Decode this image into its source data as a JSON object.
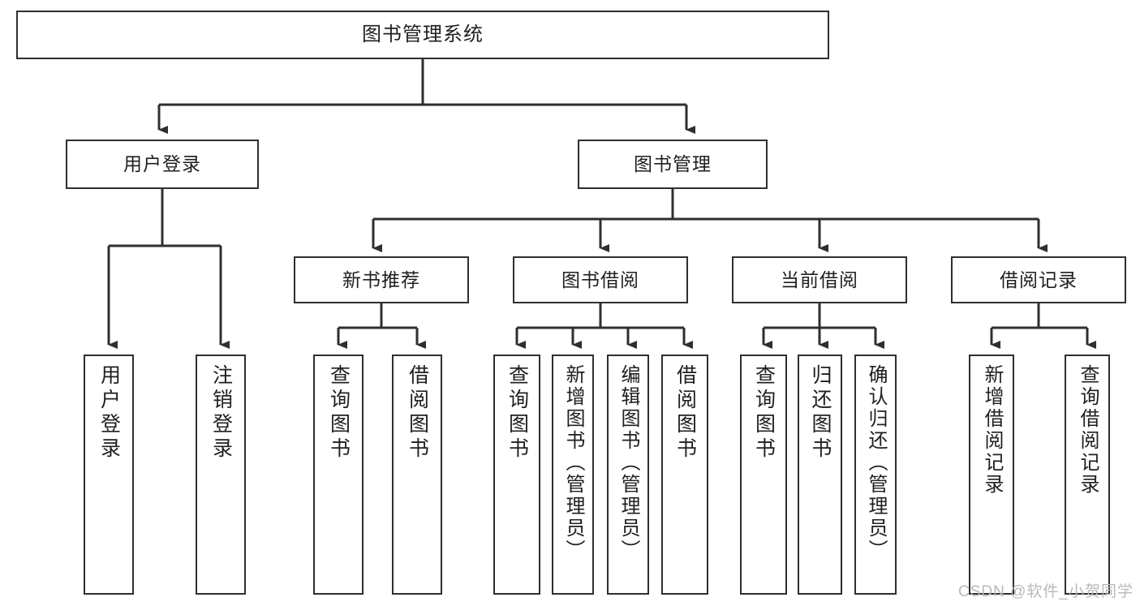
{
  "diagram": {
    "type": "tree",
    "title": "图书管理系统",
    "root": {
      "label": "图书管理系统"
    },
    "level2": [
      {
        "label": "用户登录"
      },
      {
        "label": "图书管理"
      }
    ],
    "level3": [
      {
        "label": "新书推荐"
      },
      {
        "label": "图书借阅"
      },
      {
        "label": "当前借阅"
      },
      {
        "label": "借阅记录"
      }
    ],
    "leaves": {
      "user_login": [
        {
          "label": "用户登录"
        },
        {
          "label": "注销登录"
        }
      ],
      "new_book_recommend": [
        {
          "label": "查询图书"
        },
        {
          "label": "借阅图书"
        }
      ],
      "book_borrow": [
        {
          "label": "查询图书"
        },
        {
          "label": "新增图书（管理员）"
        },
        {
          "label": "编辑图书（管理员）"
        },
        {
          "label": "借阅图书"
        }
      ],
      "current_borrow": [
        {
          "label": "查询图书"
        },
        {
          "label": "归还图书"
        },
        {
          "label": "确认归还（管理员）"
        }
      ],
      "borrow_record": [
        {
          "label": "新增借阅记录"
        },
        {
          "label": "查询借阅记录"
        }
      ]
    }
  },
  "watermark": {
    "text": "CSDN @软件_小贺同学"
  },
  "colors": {
    "border": "#2f2f2f",
    "text": "#1f1f1f",
    "background": "#ffffff",
    "watermark": "#b9b9b9"
  }
}
